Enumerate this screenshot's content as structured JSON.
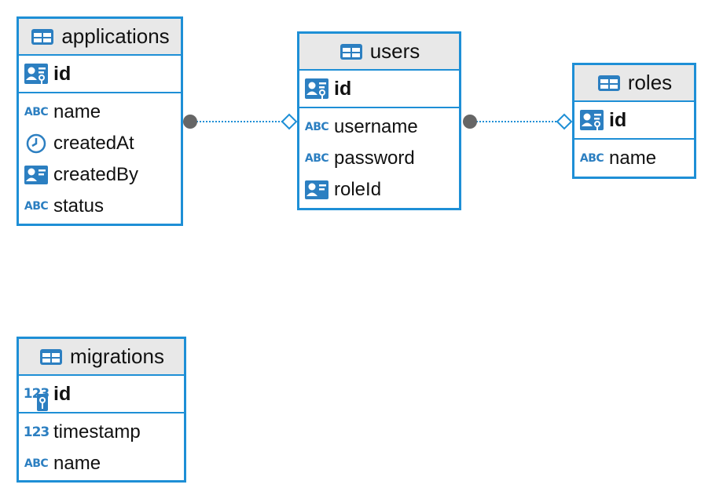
{
  "colors": {
    "border": "#1e8fd6",
    "header_bg": "#e8e8e8",
    "icon": "#2c7fc1",
    "link": "#1e8fd6",
    "link_dot": "#666666"
  },
  "entities": {
    "applications": {
      "name": "applications",
      "pk": {
        "name": "id",
        "icon": "key-card-icon"
      },
      "columns": [
        {
          "name": "name",
          "icon": "abc-icon"
        },
        {
          "name": "createdAt",
          "icon": "clock-icon"
        },
        {
          "name": "createdBy",
          "icon": "card-icon"
        },
        {
          "name": "status",
          "icon": "abc-icon"
        }
      ]
    },
    "users": {
      "name": "users",
      "pk": {
        "name": "id",
        "icon": "key-card-icon"
      },
      "columns": [
        {
          "name": "username",
          "icon": "abc-icon"
        },
        {
          "name": "password",
          "icon": "abc-icon"
        },
        {
          "name": "roleId",
          "icon": "card-icon"
        }
      ]
    },
    "roles": {
      "name": "roles",
      "pk": {
        "name": "id",
        "icon": "key-card-icon"
      },
      "columns": [
        {
          "name": "name",
          "icon": "abc-icon"
        }
      ]
    },
    "migrations": {
      "name": "migrations",
      "pk": {
        "name": "id",
        "icon": "num-key-icon"
      },
      "columns": [
        {
          "name": "timestamp",
          "icon": "num-icon"
        },
        {
          "name": "name",
          "icon": "abc-icon"
        }
      ]
    }
  },
  "relationships": [
    {
      "from": "applications.createdBy",
      "to": "users.id"
    },
    {
      "from": "users.roleId",
      "to": "roles.id"
    }
  ],
  "icon_text": {
    "abc": "ABC",
    "num": "123"
  }
}
